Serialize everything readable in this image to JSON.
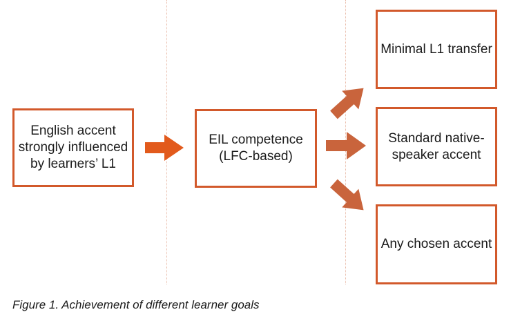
{
  "diagram": {
    "source": "English accent strongly influenced by learners’ L1",
    "middle": "EIL competence (LFC-based)",
    "outcomes": [
      "Minimal L1 transfer",
      "Standard native-speaker accent",
      "Any chosen accent"
    ],
    "colors": {
      "box_border": "#d2592b",
      "arrow_main": "#e25a1c",
      "arrow_branch": "#c9643c",
      "divider": "#e8b9a6"
    }
  },
  "caption": "Figure 1. Achievement of different learner goals"
}
